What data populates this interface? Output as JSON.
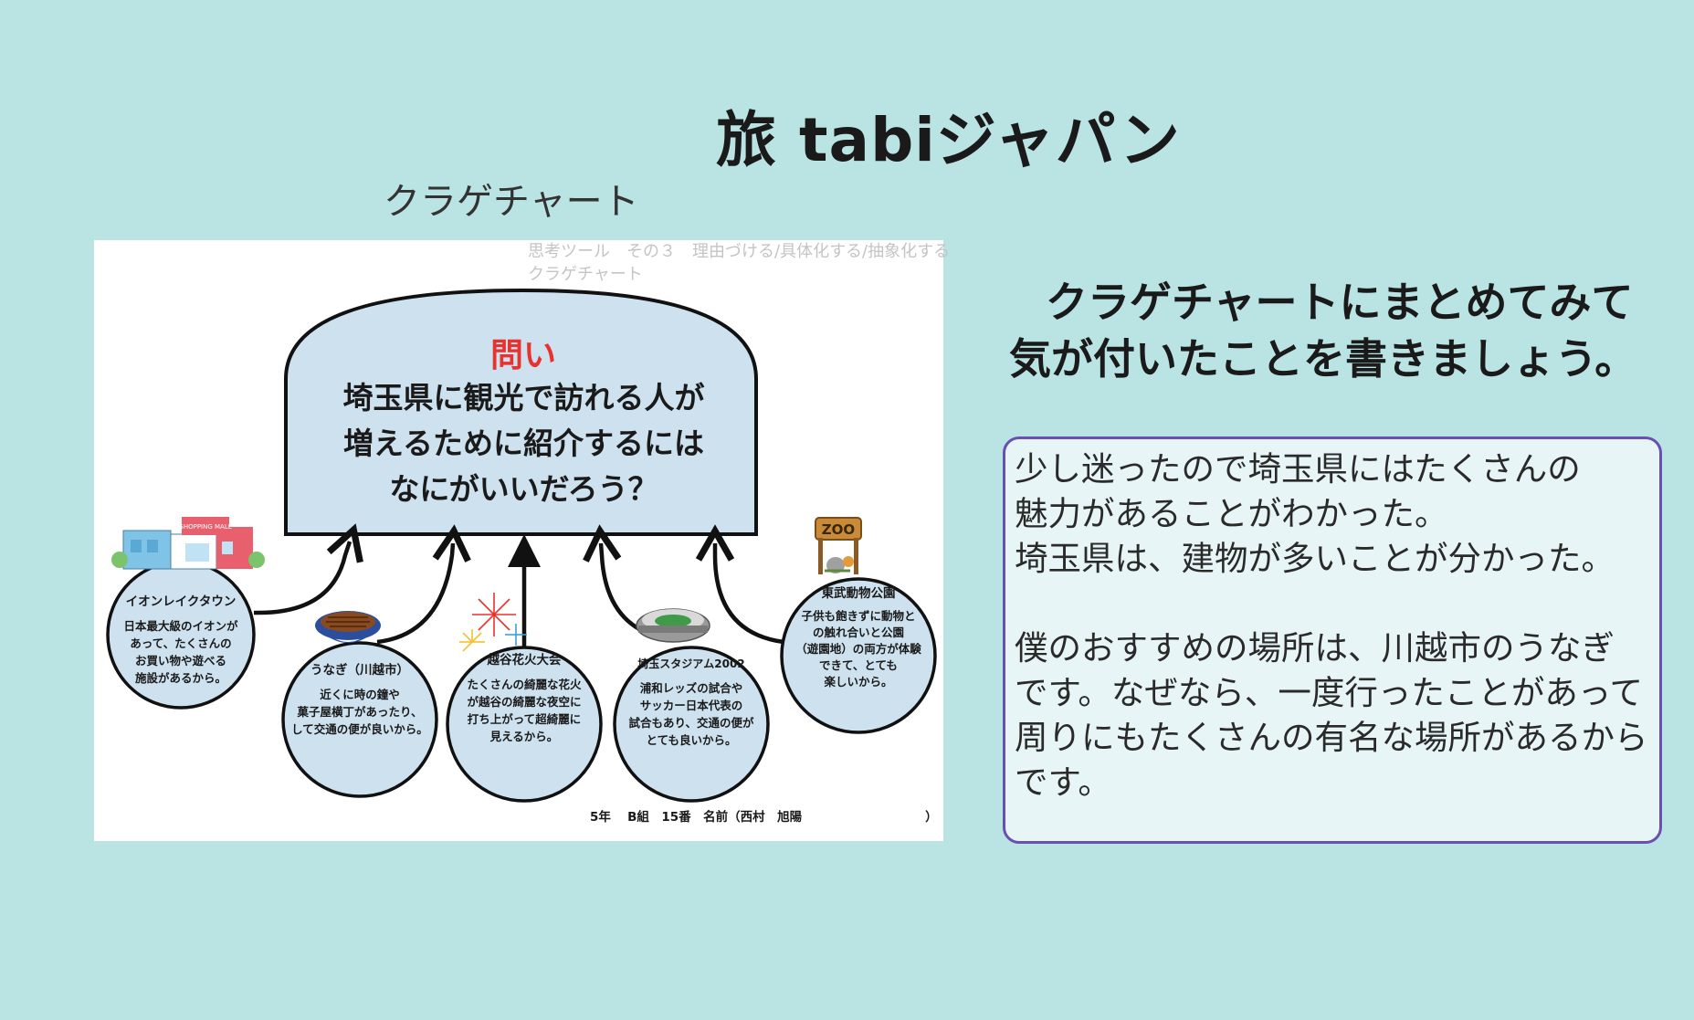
{
  "page": {
    "title": "旅 tabiジャパン",
    "subtitle": "クラゲチャート"
  },
  "worksheet": {
    "header_line1": "思考ツール　その３　理由づける/具体化する/抽象化する",
    "header_line2": "クラゲチャート",
    "question_label": "問い",
    "question_lines": [
      "埼玉県に観光で訪れる人が",
      "増えるために紹介するには",
      "なにがいいだろう？"
    ],
    "bubbles": [
      {
        "title": "イオンレイクタウン",
        "body": [
          "日本最大級のイオンが",
          "あって、たくさんの",
          "お買い物や遊べる",
          "施設があるから。"
        ],
        "icon": "shopping-mall-icon",
        "icon_text": "SHOPPING MALL"
      },
      {
        "title": "うなぎ（川越市）",
        "body": [
          "近くに時の鐘や",
          "菓子屋横丁があったり、",
          "して交通の便が良いから。"
        ],
        "icon": "unagi-bowl-icon"
      },
      {
        "title": "越谷花火大会",
        "body": [
          "たくさんの綺麗な花火",
          "が越谷の綺麗な夜空に",
          "打ち上がって超綺麗に",
          "見えるから。"
        ],
        "icon": "fireworks-icon"
      },
      {
        "title": "埼玉スタジアム2002",
        "body": [
          "浦和レッズの試合や",
          "サッカー日本代表の",
          "試合もあり、交通の便が",
          "とても良いから。"
        ],
        "icon": "stadium-icon"
      },
      {
        "title": "東武動物公園",
        "body": [
          "子供も飽きずに動物と",
          "の触れ合いと公園",
          "（遊園地）の両方が体験",
          "できて、とても",
          "楽しいから。"
        ],
        "icon": "zoo-sign-icon",
        "icon_text": "ZOO"
      }
    ],
    "footer": "5年　 B組　15番　名前（西村　旭陽　　　　　　　　　　）"
  },
  "prompt": {
    "line1": "クラゲチャートにまとめてみて",
    "line2": "気が付いたことを書きましょう。"
  },
  "answer": {
    "text": "少し迷ったので埼玉県にはたくさんの\n魅力があることがわかった。\n埼玉県は、建物が多いことが分かった。\n\n僕のおすすめの場所は、川越市のうなぎ\nです。なぜなら、一度行ったことがあって\n周りにもたくさんの有名な場所があるから\nです。"
  },
  "colors": {
    "background": "#bae4e3",
    "jellyfish_fill": "#cde1ef",
    "question_red": "#e8322d",
    "answer_border": "#6a4fb2"
  }
}
